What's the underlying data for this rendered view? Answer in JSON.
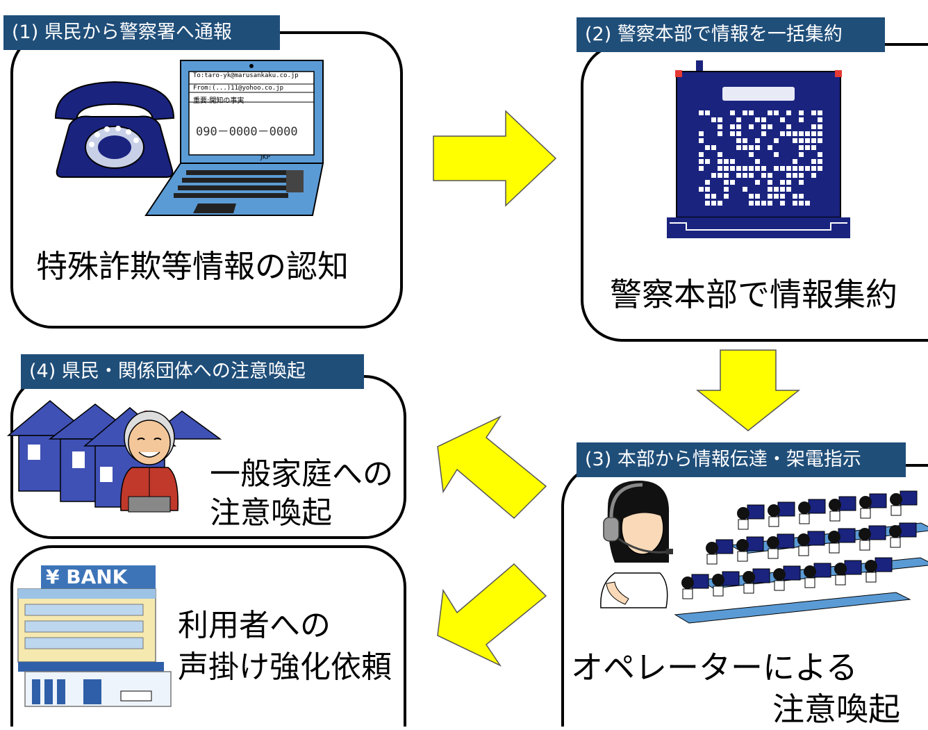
{
  "steps": [
    {
      "label": "(1) 県民から警察署へ通報",
      "caption": "特殊詐欺等情報の認知"
    },
    {
      "label": "(2) 警察本部で情報を一括集約",
      "caption": "警察本部で情報集約"
    },
    {
      "label": "(3) 本部から情報伝達・架電指示",
      "caption_line1": "オペレーターによる",
      "caption_line2": "注意喚起"
    },
    {
      "label": "(4) 県民・関係団体への注意喚起"
    }
  ],
  "home_box": {
    "line1": "一般家庭への",
    "line2": "注意喚起"
  },
  "bank_box": {
    "line1": "利用者への",
    "line2": "声掛け強化依頼",
    "bank_sign": "¥ BANK"
  },
  "laptop_screen": {
    "to": "To:taro-yk@marusankaku.co.jp",
    "from": "From:(...)11@yohoo.co.jp",
    "subject": "重要:開知の事実",
    "phone": "090－0000－0000",
    "brand": "JKP"
  },
  "colors": {
    "label_bg": "#1f4e79",
    "arrow_fill": "#ffff00",
    "device_blue": "#1a237e",
    "laptop_blue": "#5b9bd5"
  }
}
